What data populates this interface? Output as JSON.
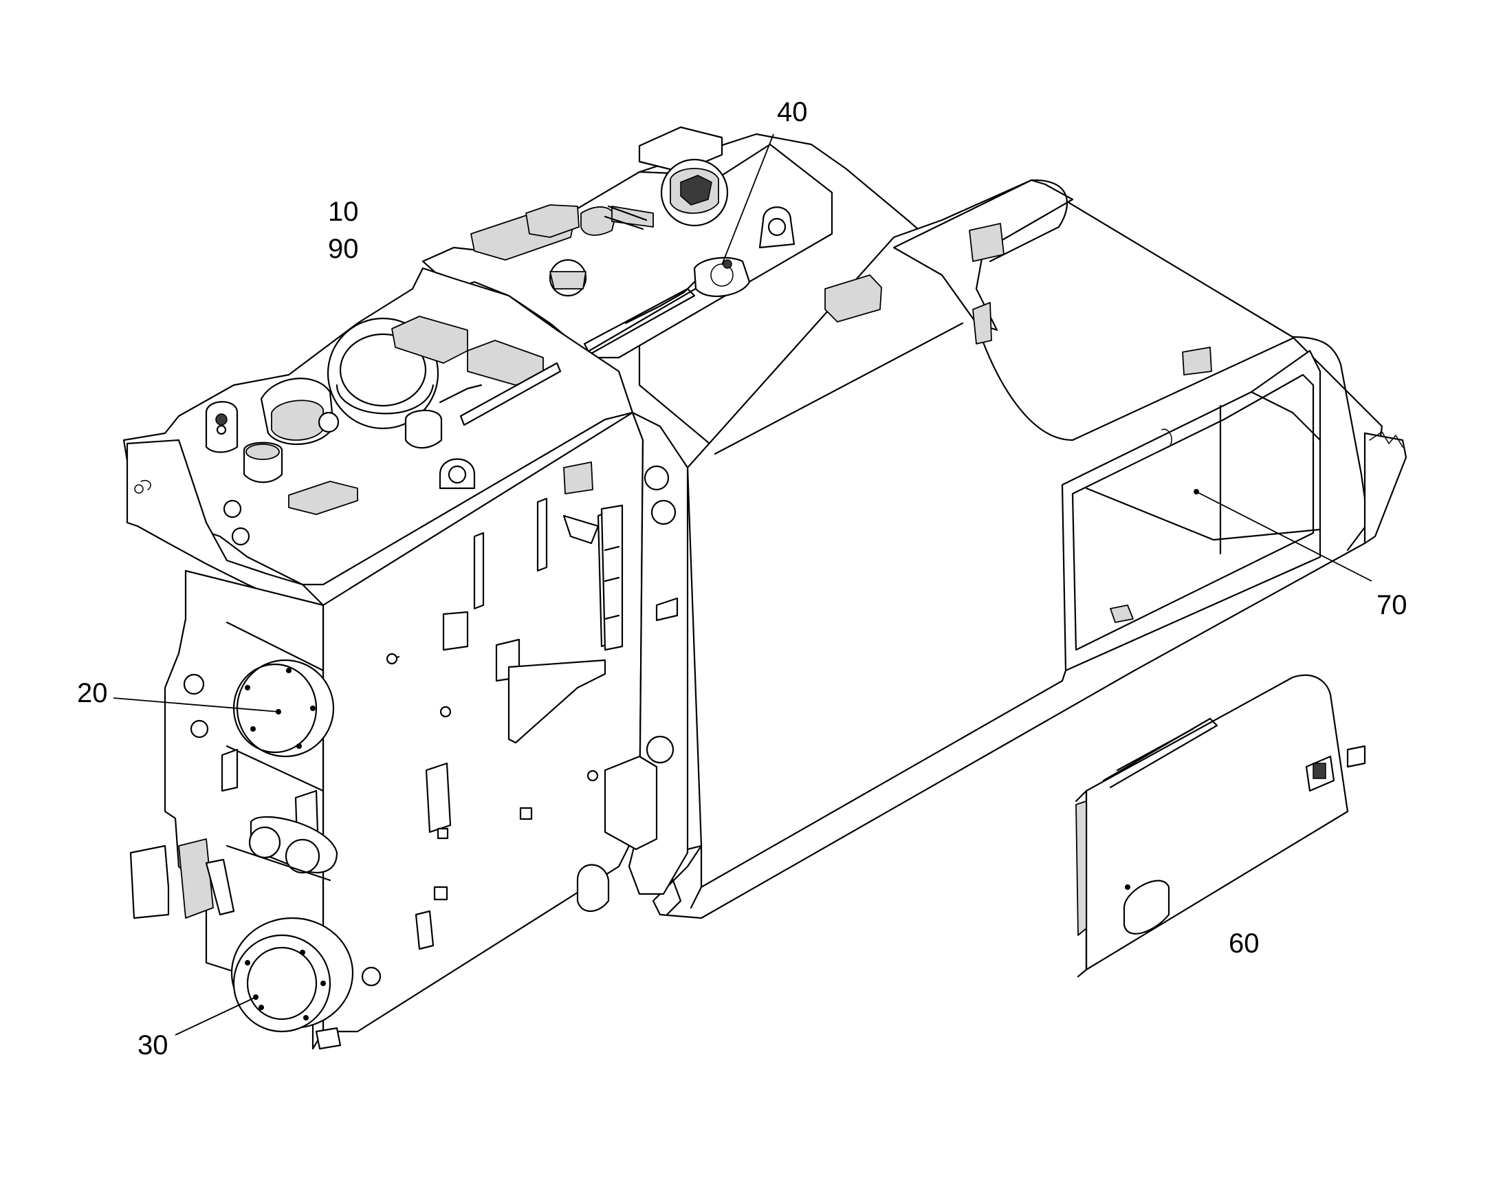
{
  "callouts": [
    {
      "id": "c10",
      "label": "10"
    },
    {
      "id": "c90",
      "label": "90"
    },
    {
      "id": "c40",
      "label": "40"
    },
    {
      "id": "c20",
      "label": "20"
    },
    {
      "id": "c30",
      "label": "30"
    },
    {
      "id": "c70",
      "label": "70"
    },
    {
      "id": "c60",
      "label": "60"
    }
  ],
  "colors": {
    "ink": "#000000",
    "paper": "#ffffff",
    "shade": "#d8d8d8"
  }
}
